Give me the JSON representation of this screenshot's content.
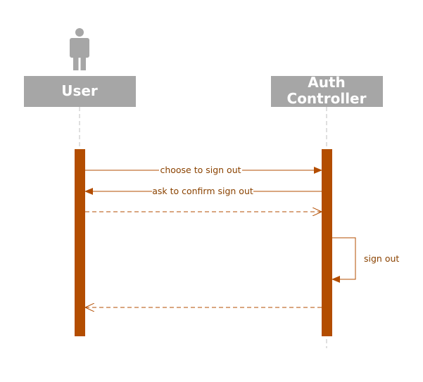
{
  "diagram": {
    "type": "sequence",
    "participants": [
      {
        "id": "user",
        "label_lines": [
          "User"
        ],
        "actor_icon": "person-icon"
      },
      {
        "id": "auth",
        "label_lines": [
          "Auth",
          "Controller"
        ]
      }
    ],
    "messages": [
      {
        "from": "user",
        "to": "auth",
        "label": "choose to sign out",
        "style": "solid"
      },
      {
        "from": "auth",
        "to": "user",
        "label": "ask to confirm sign out",
        "style": "solid"
      },
      {
        "from": "user",
        "to": "auth",
        "label": "",
        "style": "dashed-return"
      },
      {
        "from": "auth",
        "to": "auth",
        "label": "sign out",
        "style": "self"
      },
      {
        "from": "auth",
        "to": "user",
        "label": "",
        "style": "dashed-return"
      }
    ],
    "colors": {
      "header": "#a6a6a6",
      "actor": "#a6a6a6",
      "activation": "#b34d00",
      "message": "#b34d00",
      "message_text": "#8a4200",
      "lifeline": "#bfbfbf"
    }
  }
}
